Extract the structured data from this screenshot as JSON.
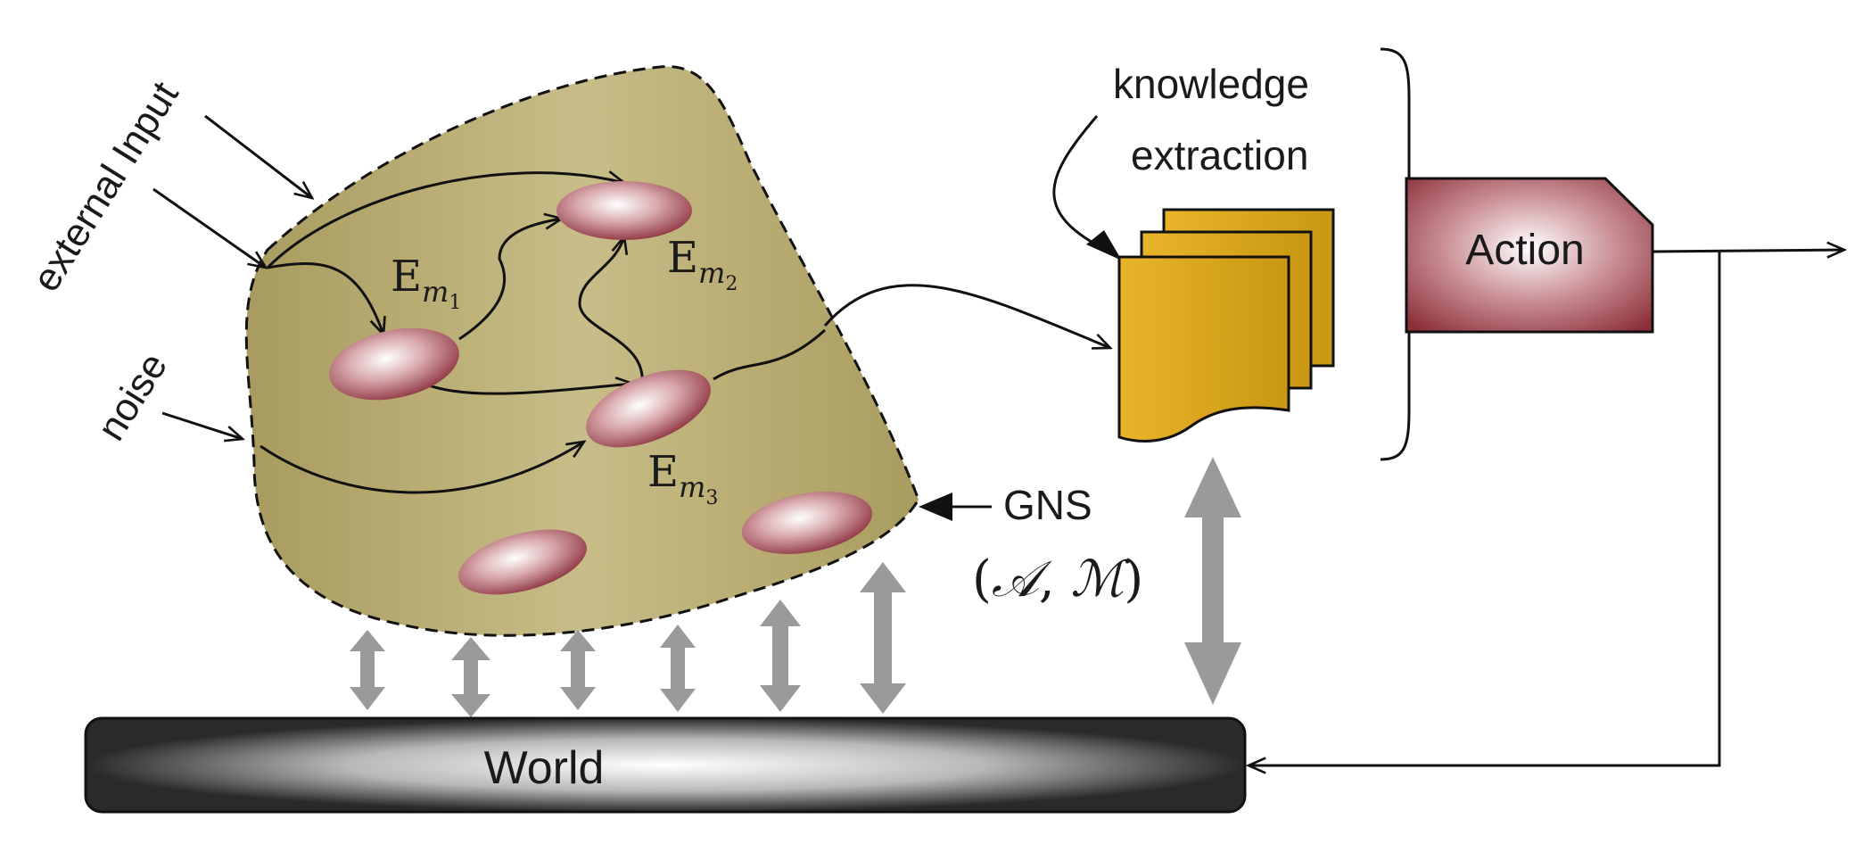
{
  "inputs": {
    "external_input": "external Input",
    "noise": "noise"
  },
  "nodes": {
    "em1": {
      "base": "E",
      "sub": "m",
      "subsub": "1"
    },
    "em2": {
      "base": "E",
      "sub": "m",
      "subsub": "2"
    },
    "em3": {
      "base": "E",
      "sub": "m",
      "subsub": "3"
    }
  },
  "gns": {
    "label": "GNS",
    "formula_a": "𝒜",
    "formula_m": "ℳ"
  },
  "knowledge": {
    "line1": "knowledge",
    "line2": "extraction"
  },
  "action": {
    "label": "Action"
  },
  "world": {
    "label": "World"
  },
  "colors": {
    "region_fill": "#b5a96e",
    "ellipse": "#8e3a46",
    "document": "#d9a519",
    "action": "#8b2e38",
    "double_arrow": "#9a9a9a"
  }
}
